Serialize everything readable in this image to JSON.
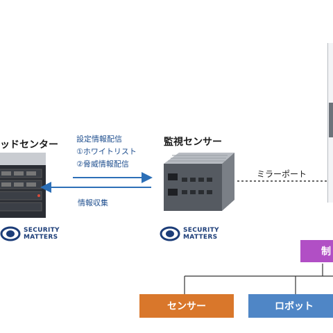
{
  "cloud_center": {
    "title": "ッドセンター"
  },
  "sensor": {
    "title": "監視センサー"
  },
  "flows": {
    "distribute": [
      "設定情報配信",
      "①ホワイトリスト",
      "②脅威情報配信"
    ],
    "collect": "情報収集"
  },
  "mirror_port": "ミラーポート",
  "logos": [
    {
      "line1": "SECURITY",
      "line2": "MATTERS"
    },
    {
      "line1": "SECURITY",
      "line2": "MATTERS"
    }
  ],
  "control_box": {
    "label": "制",
    "color": "#b14fc5"
  },
  "devices": [
    {
      "label": "センサー",
      "color": "#d9772b"
    },
    {
      "label": "ロボット",
      "color": "#4f86c6"
    }
  ],
  "colors": {
    "arrow": "#2c6fb7",
    "logo": "#1c3d78"
  }
}
